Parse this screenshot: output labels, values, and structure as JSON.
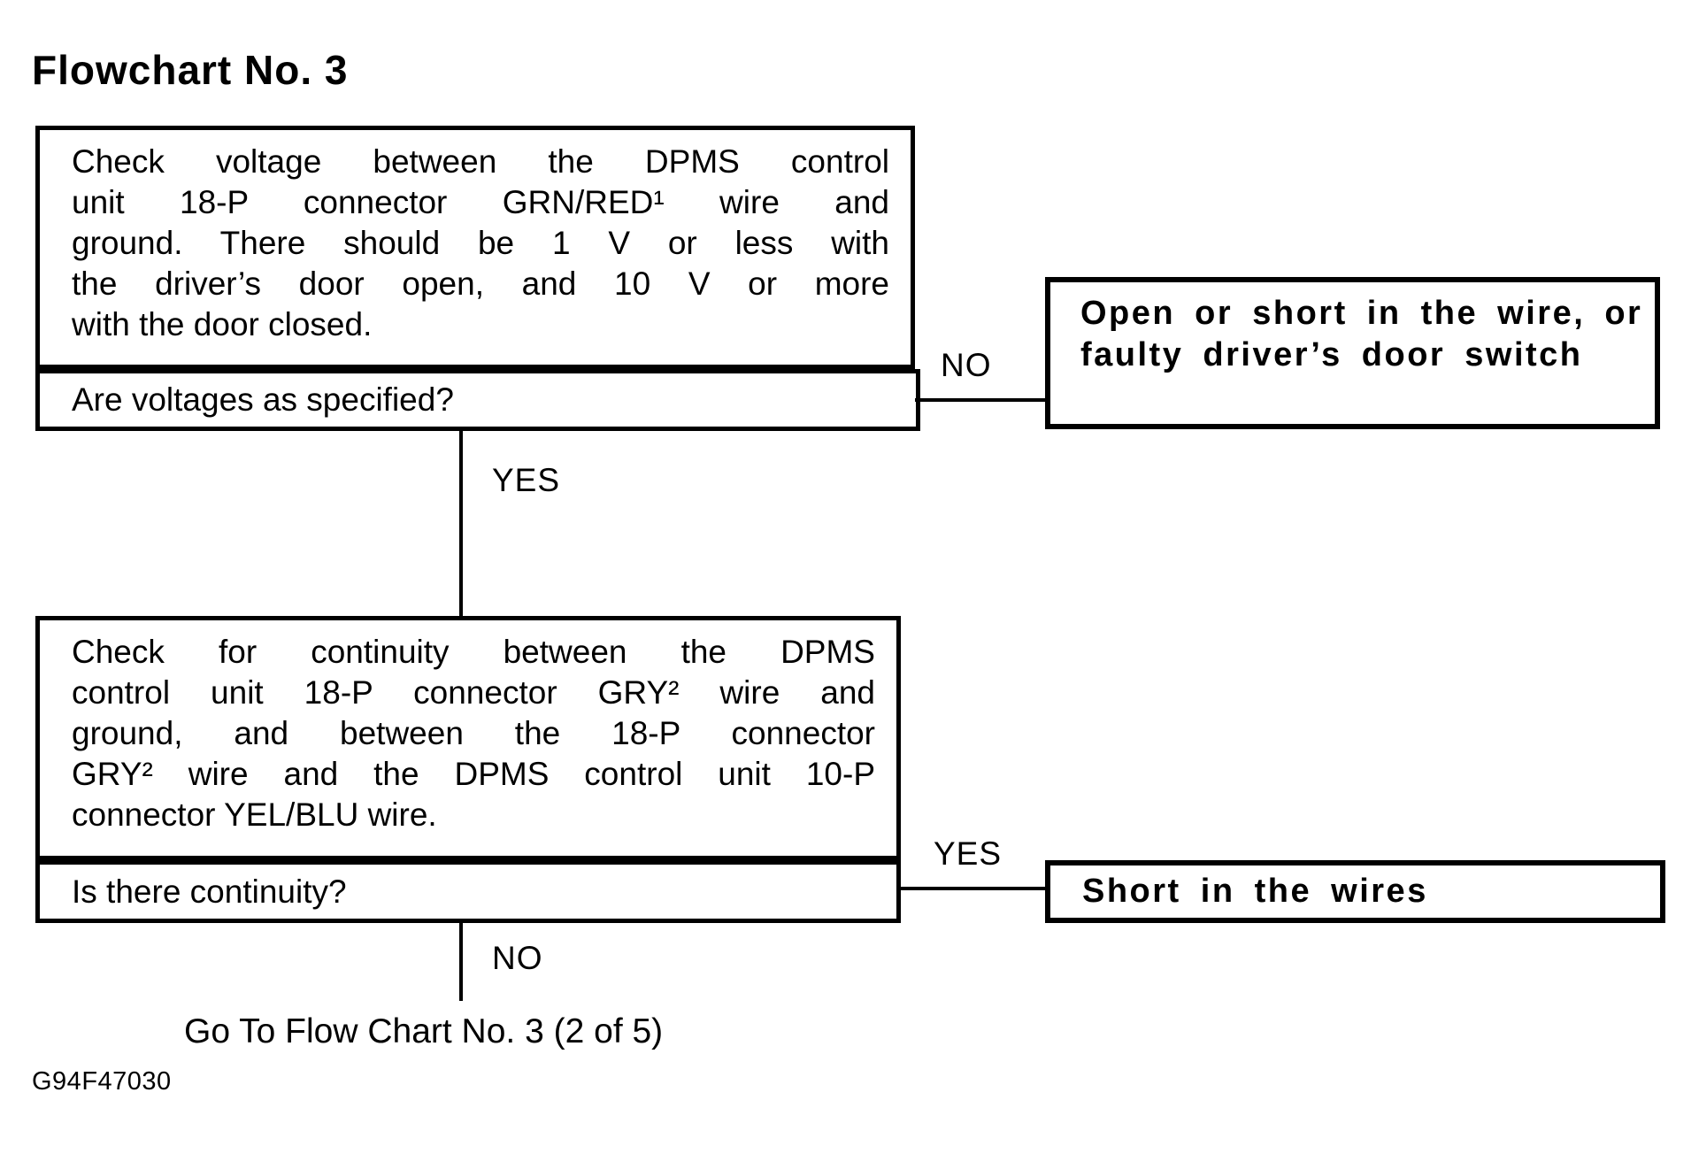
{
  "page": {
    "title": "Flowchart No. 3",
    "figure_code": "G94F47030",
    "colors": {
      "ink": "#000000",
      "paper": "#ffffff"
    }
  },
  "step1": {
    "statement_lines": [
      "Check voltage between the DPMS control",
      "unit 18-P connector GRN/RED¹ wire and",
      "ground. There should be 1 V or less with",
      "the driver’s door open, and 10 V or more",
      "with the door closed."
    ],
    "question": "Are voltages as specified?",
    "no_label": "NO",
    "yes_label": "YES",
    "no_result_lines": [
      "Open or short in the wire, or",
      "faulty driver’s door switch"
    ]
  },
  "step2": {
    "statement_lines": [
      "Check for continuity between the DPMS",
      "control unit 18-P connector GRY² wire and",
      "ground, and between the 18-P connector",
      "GRY² wire and the DPMS control unit 10-P",
      "connector YEL/BLU wire."
    ],
    "question": "Is there continuity?",
    "yes_label": "YES",
    "no_label": "NO",
    "yes_result": "Short in the wires"
  },
  "footer": {
    "goto_text": "Go To Flow Chart No. 3 (2 of 5)"
  }
}
